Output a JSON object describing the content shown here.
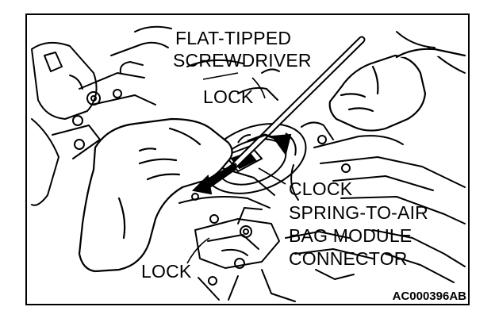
{
  "labels": {
    "flat_tipped": "FLAT-TIPPED",
    "screwdriver": "SCREWDRIVER",
    "lock_top": "LOCK",
    "clock": "CLOCK",
    "spring_to_air": "SPRING-TO-AIR",
    "bag_module": "BAG MODULE",
    "connector": "CONNECTOR",
    "lock_bottom": "LOCK"
  },
  "figure_id": "AC000396AB"
}
